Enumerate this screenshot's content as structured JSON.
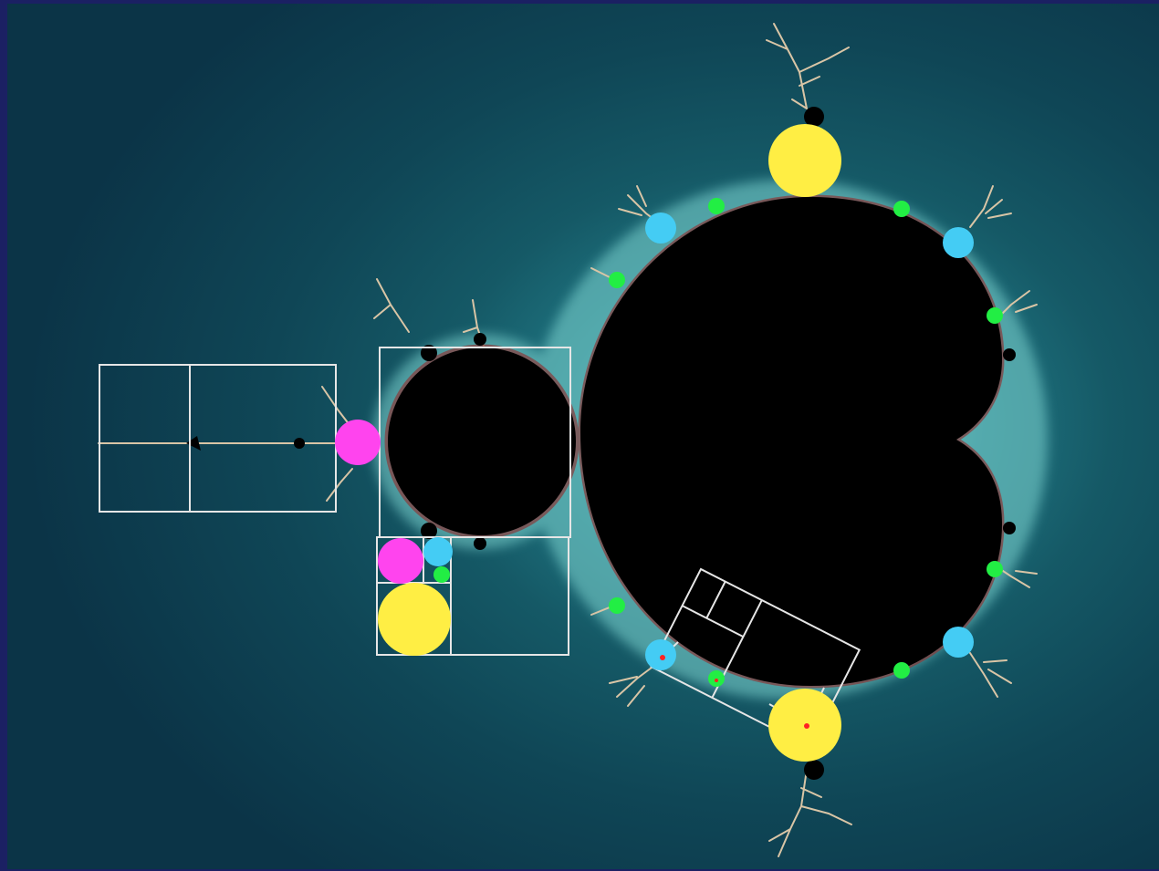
{
  "figure": {
    "description_visible_text": "",
    "colors": {
      "background_outer": "#0b3447",
      "background_glow": "#8fe0dc",
      "set_fill": "#000000",
      "filament": "#d9c5a6",
      "filament_dark": "#8a3b3b",
      "outline": "#e6e6e6",
      "period2_bulb": "#ff44ee",
      "period3_bulb": "#ffee44",
      "period4_bulb": "#44ccf4",
      "period5_bulb": "#22ee44",
      "marker": "#ff2222"
    },
    "bulb_groups": [
      {
        "name": "magenta",
        "icon": "magenta-bulb-icon"
      },
      {
        "name": "yellow",
        "icon": "yellow-bulb-icon"
      },
      {
        "name": "cyan",
        "icon": "cyan-bulb-icon"
      },
      {
        "name": "green",
        "icon": "green-bulb-icon"
      }
    ]
  }
}
